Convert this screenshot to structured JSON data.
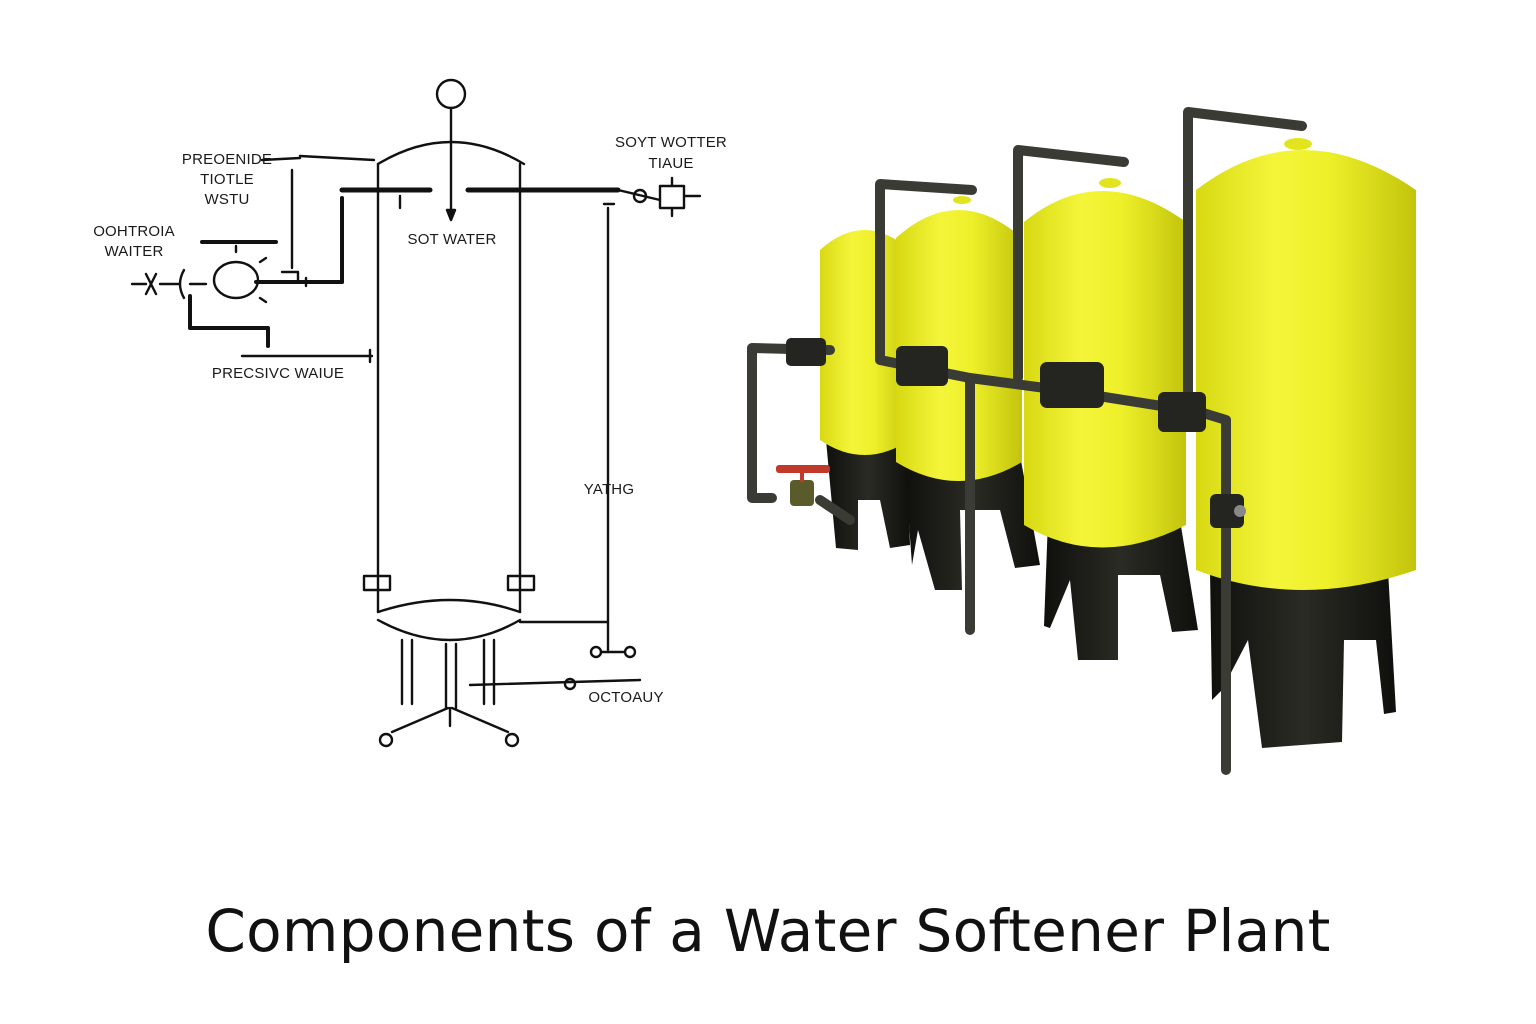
{
  "diagram": {
    "labels": {
      "top_gauge": "?",
      "left_top": "PREOENIDE\nTIOTLE\nWSTU",
      "left_mid": "OOHTROIA\nWAITER",
      "center": "SOT WATER",
      "right_top": "SOYT WOTTER\nTIAUE",
      "bottom_left": "PRECSIVC WAIUE",
      "right_mid": "YATHG",
      "bottom_right": "OCTOAUY"
    }
  },
  "title": "Components of a Water Softener Plant",
  "colors": {
    "tank_yellow": "#eef02a",
    "tank_highlight": "#fbfb9a",
    "tank_shadow": "#c9c90e",
    "base_black": "#1c1c18",
    "pipe_gray": "#3b3b36",
    "valve_red": "#c0392b",
    "line": "#111111"
  }
}
